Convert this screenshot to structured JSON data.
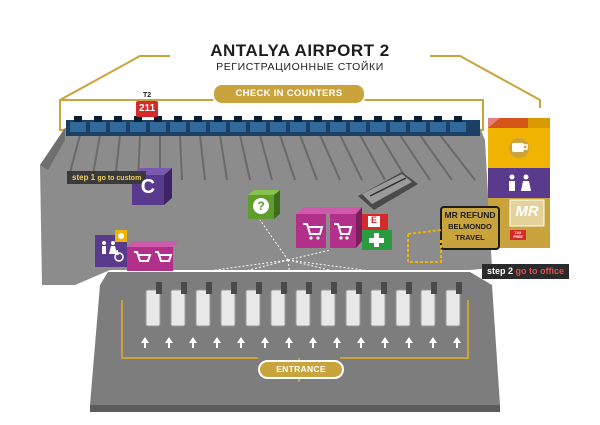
{
  "title": "ANTALYA AIRPORT 2",
  "subtitle": "РЕГИСТРАЦИОННЫЕ СТОЙКИ",
  "check_in_label": "CHECK IN COUNTERS",
  "entrance_label": "ENTRANCE",
  "terminal_tag": "T2",
  "counter_number": "211",
  "step1": {
    "num": "step 1",
    "text": "go to custom"
  },
  "step2": {
    "num": "step 2",
    "text": "go to office"
  },
  "office": {
    "line1": "MR REFUND",
    "line2": "BELMONDO",
    "line3": "TRAVEL"
  },
  "mr_logo": "MR",
  "tax_free_tag": "TAX FREE",
  "customs_letter": "C",
  "info_symbol": "?",
  "exchange_letter": "E",
  "colors": {
    "accent_gold": "#c9a33b",
    "floor": "#8a8a8a",
    "floor_dark": "#6e6e6e",
    "counters": "#1c3f66",
    "purple": "#5a3a8c",
    "magenta": "#b1318a",
    "green": "#5f9e2d",
    "red": "#d42a2a",
    "yellow": "#f0b400"
  },
  "icons": [
    "customs-icon",
    "info-icon",
    "cart-icon",
    "toilet-icon",
    "baby-icon",
    "wheelchair-icon",
    "coffee-icon",
    "first-aid-icon",
    "currency-exchange-icon",
    "escalator-icon",
    "arrow-up-icon"
  ]
}
